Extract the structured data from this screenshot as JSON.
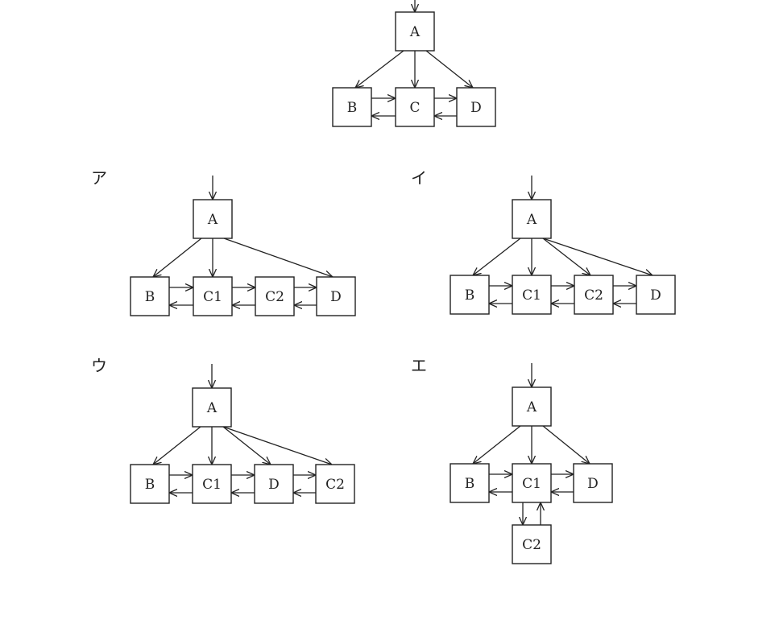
{
  "colors": {
    "stroke": "#222222",
    "background": "#ffffff"
  },
  "diagrams": [
    {
      "id": "original",
      "option_label": "",
      "nodes": {
        "A": "A",
        "B": "B",
        "C": "C",
        "D": "D"
      },
      "edges": [
        {
          "from": "entry",
          "to": "A"
        },
        {
          "from": "A",
          "to": "B"
        },
        {
          "from": "A",
          "to": "C"
        },
        {
          "from": "A",
          "to": "D"
        },
        {
          "from": "B",
          "to": "C"
        },
        {
          "from": "C",
          "to": "B"
        },
        {
          "from": "C",
          "to": "D"
        },
        {
          "from": "D",
          "to": "C"
        }
      ]
    },
    {
      "id": "option-a",
      "option_label": "ア",
      "nodes": {
        "A": "A",
        "B": "B",
        "C1": "C1",
        "C2": "C2",
        "D": "D"
      },
      "edges": [
        {
          "from": "entry",
          "to": "A"
        },
        {
          "from": "A",
          "to": "B"
        },
        {
          "from": "A",
          "to": "C1"
        },
        {
          "from": "A",
          "to": "D"
        },
        {
          "from": "B",
          "to": "C1"
        },
        {
          "from": "C1",
          "to": "B"
        },
        {
          "from": "C1",
          "to": "C2"
        },
        {
          "from": "C2",
          "to": "C1"
        },
        {
          "from": "C2",
          "to": "D"
        },
        {
          "from": "D",
          "to": "C2"
        }
      ]
    },
    {
      "id": "option-i",
      "option_label": "イ",
      "nodes": {
        "A": "A",
        "B": "B",
        "C1": "C1",
        "C2": "C2",
        "D": "D"
      },
      "edges": [
        {
          "from": "entry",
          "to": "A"
        },
        {
          "from": "A",
          "to": "B"
        },
        {
          "from": "A",
          "to": "C1"
        },
        {
          "from": "A",
          "to": "C2"
        },
        {
          "from": "A",
          "to": "D"
        },
        {
          "from": "B",
          "to": "C1"
        },
        {
          "from": "C1",
          "to": "B"
        },
        {
          "from": "C1",
          "to": "C2"
        },
        {
          "from": "C2",
          "to": "C1"
        },
        {
          "from": "C2",
          "to": "D"
        },
        {
          "from": "D",
          "to": "C2"
        }
      ]
    },
    {
      "id": "option-u",
      "option_label": "ウ",
      "nodes": {
        "A": "A",
        "B": "B",
        "C1": "C1",
        "D": "D",
        "C2": "C2"
      },
      "edges": [
        {
          "from": "entry",
          "to": "A"
        },
        {
          "from": "A",
          "to": "B"
        },
        {
          "from": "A",
          "to": "C1"
        },
        {
          "from": "A",
          "to": "D"
        },
        {
          "from": "A",
          "to": "C2"
        },
        {
          "from": "B",
          "to": "C1"
        },
        {
          "from": "C1",
          "to": "B"
        },
        {
          "from": "C1",
          "to": "D"
        },
        {
          "from": "D",
          "to": "C1"
        },
        {
          "from": "D",
          "to": "C2"
        },
        {
          "from": "C2",
          "to": "D"
        }
      ]
    },
    {
      "id": "option-e",
      "option_label": "エ",
      "nodes": {
        "A": "A",
        "B": "B",
        "C1": "C1",
        "D": "D",
        "C2": "C2"
      },
      "edges": [
        {
          "from": "entry",
          "to": "A"
        },
        {
          "from": "A",
          "to": "B"
        },
        {
          "from": "A",
          "to": "C1"
        },
        {
          "from": "A",
          "to": "D"
        },
        {
          "from": "B",
          "to": "C1"
        },
        {
          "from": "C1",
          "to": "B"
        },
        {
          "from": "C1",
          "to": "D"
        },
        {
          "from": "D",
          "to": "C1"
        },
        {
          "from": "C1",
          "to": "C2"
        },
        {
          "from": "C2",
          "to": "C1"
        }
      ]
    }
  ]
}
